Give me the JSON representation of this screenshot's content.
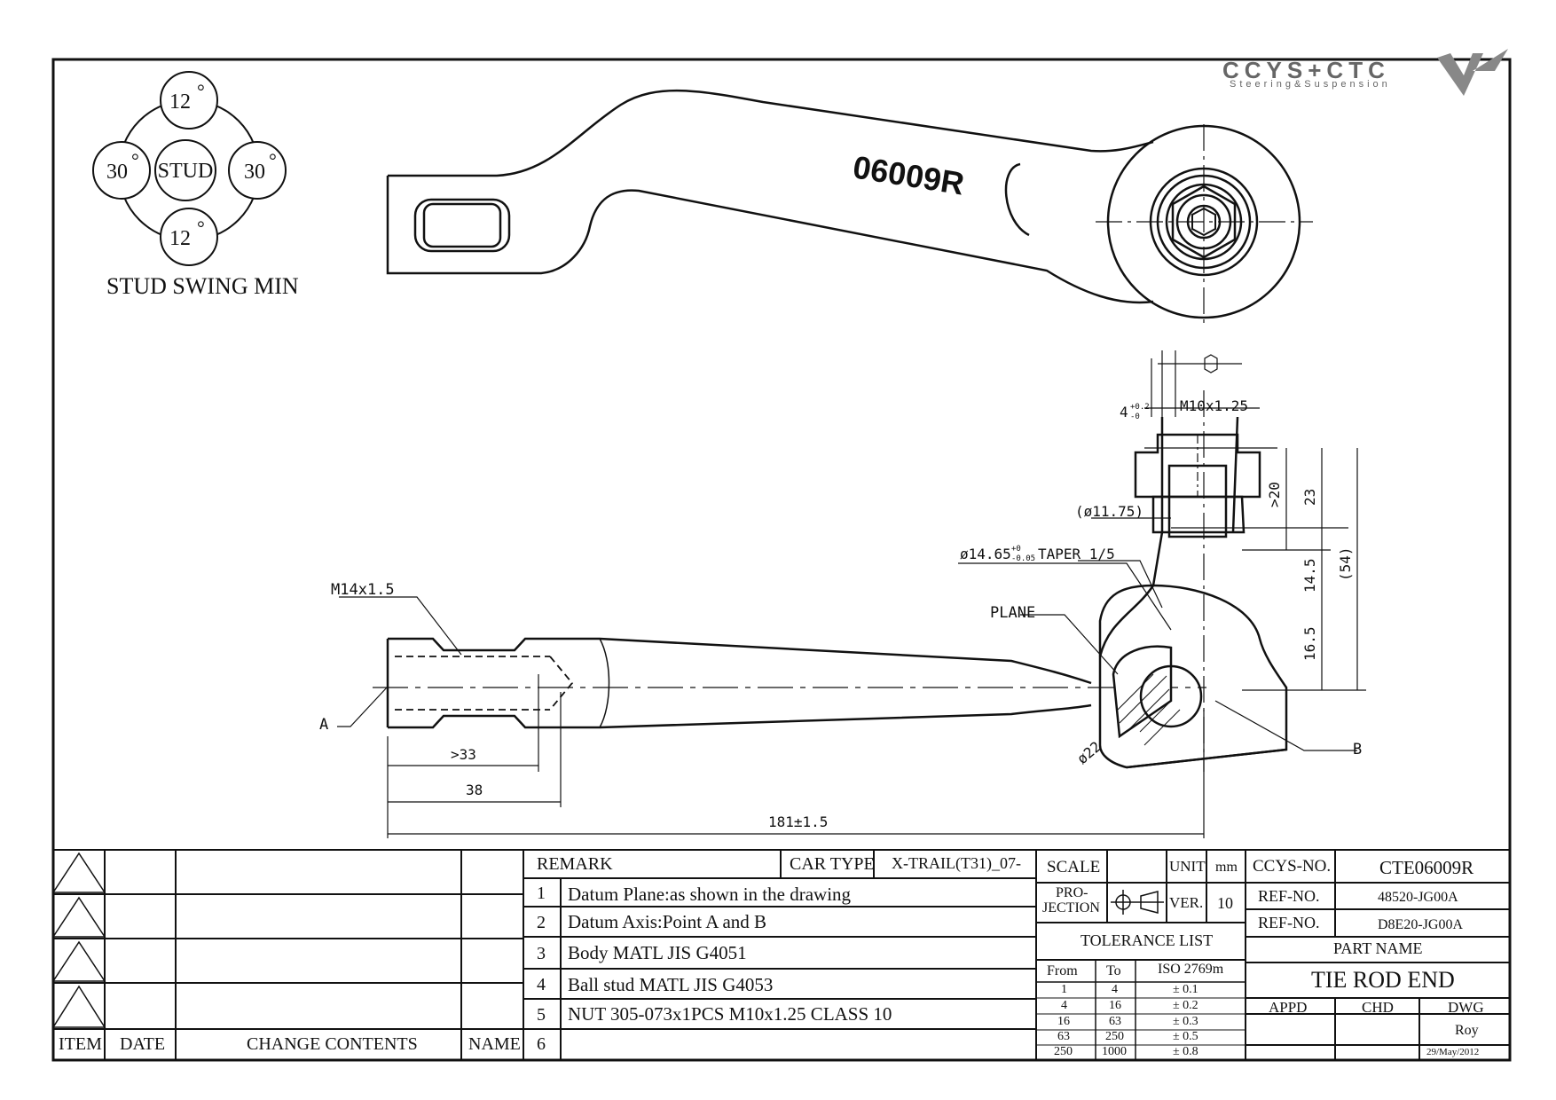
{
  "logo": {
    "brand": "CCYS+CTC",
    "tagline": "Steering&Suspension"
  },
  "stud_swing": {
    "top": "12",
    "bottom": "12",
    "left": "30",
    "right": "30",
    "degree_mark": "°",
    "center": "STUD",
    "caption": "STUD SWING MIN"
  },
  "part_marking": "06009R",
  "dims": {
    "thread_bar": "M14x1.5",
    "point_a": "A",
    "point_b": "B",
    "d_33": ">33",
    "d_38": "38",
    "d_181": "181±1.5",
    "d_4": "4",
    "d_4_tol_upper": "+0.2",
    "d_4_tol_lower": "-0",
    "m10": "M10x1.25",
    "d_11_75": "(ø11.75)",
    "taper_dia": "ø14.65",
    "taper_tol_upper": "+0",
    "taper_tol_lower": "-0.05",
    "taper_text": "TAPER 1/5",
    "plane": "PLANE",
    "d_gt20": ">20",
    "d_23": "23",
    "d_54": "(54)",
    "d_14_5": "14.5",
    "d_16_5": "16.5",
    "d_22": "ø22"
  },
  "change_table": {
    "headers": [
      "ITEM",
      "DATE",
      "CHANGE CONTENTS",
      "NAME"
    ]
  },
  "remarks": {
    "header": "REMARK",
    "car_type_label": "CAR TYPE",
    "car_type_value": "X-TRAIL(T31)_07-",
    "rows": [
      {
        "no": "1",
        "text": "Datum Plane:as shown in the drawing"
      },
      {
        "no": "2",
        "text": "Datum Axis:Point A and B"
      },
      {
        "no": "3",
        "text": "Body MATL JIS G4051"
      },
      {
        "no": "4",
        "text": "Ball stud MATL JIS G4053"
      },
      {
        "no": "5",
        "text": "NUT 305-073x1PCS M10x1.25 CLASS 10"
      },
      {
        "no": "6",
        "text": ""
      }
    ]
  },
  "scale": {
    "label": "SCALE",
    "value": "",
    "unit_label": "UNIT",
    "unit_value": "mm"
  },
  "projection": {
    "label_1": "PRO-",
    "label_2": "JECTION",
    "ver_label": "VER.",
    "ver_value": "10"
  },
  "tolerance": {
    "title": "TOLERANCE LIST",
    "headers": [
      "From",
      "To",
      "ISO 2769m"
    ],
    "rows": [
      [
        "1",
        "4",
        "± 0.1"
      ],
      [
        "4",
        "16",
        "± 0.2"
      ],
      [
        "16",
        "63",
        "± 0.3"
      ],
      [
        "63",
        "250",
        "± 0.5"
      ],
      [
        "250",
        "1000",
        "± 0.8"
      ]
    ]
  },
  "ids": {
    "ccys_label": "CCYS-NO.",
    "ccys_value": "CTE06009R",
    "ref1_label": "REF-NO.",
    "ref1_value": "48520-JG00A",
    "ref2_label": "REF-NO.",
    "ref2_value": "D8E20-JG00A",
    "part_name_label": "PART NAME",
    "part_name_value": "TIE ROD END",
    "appd": "APPD",
    "chd": "CHD",
    "dwg": "DWG",
    "drawn_by": "Roy",
    "date": "29/May/2012"
  }
}
